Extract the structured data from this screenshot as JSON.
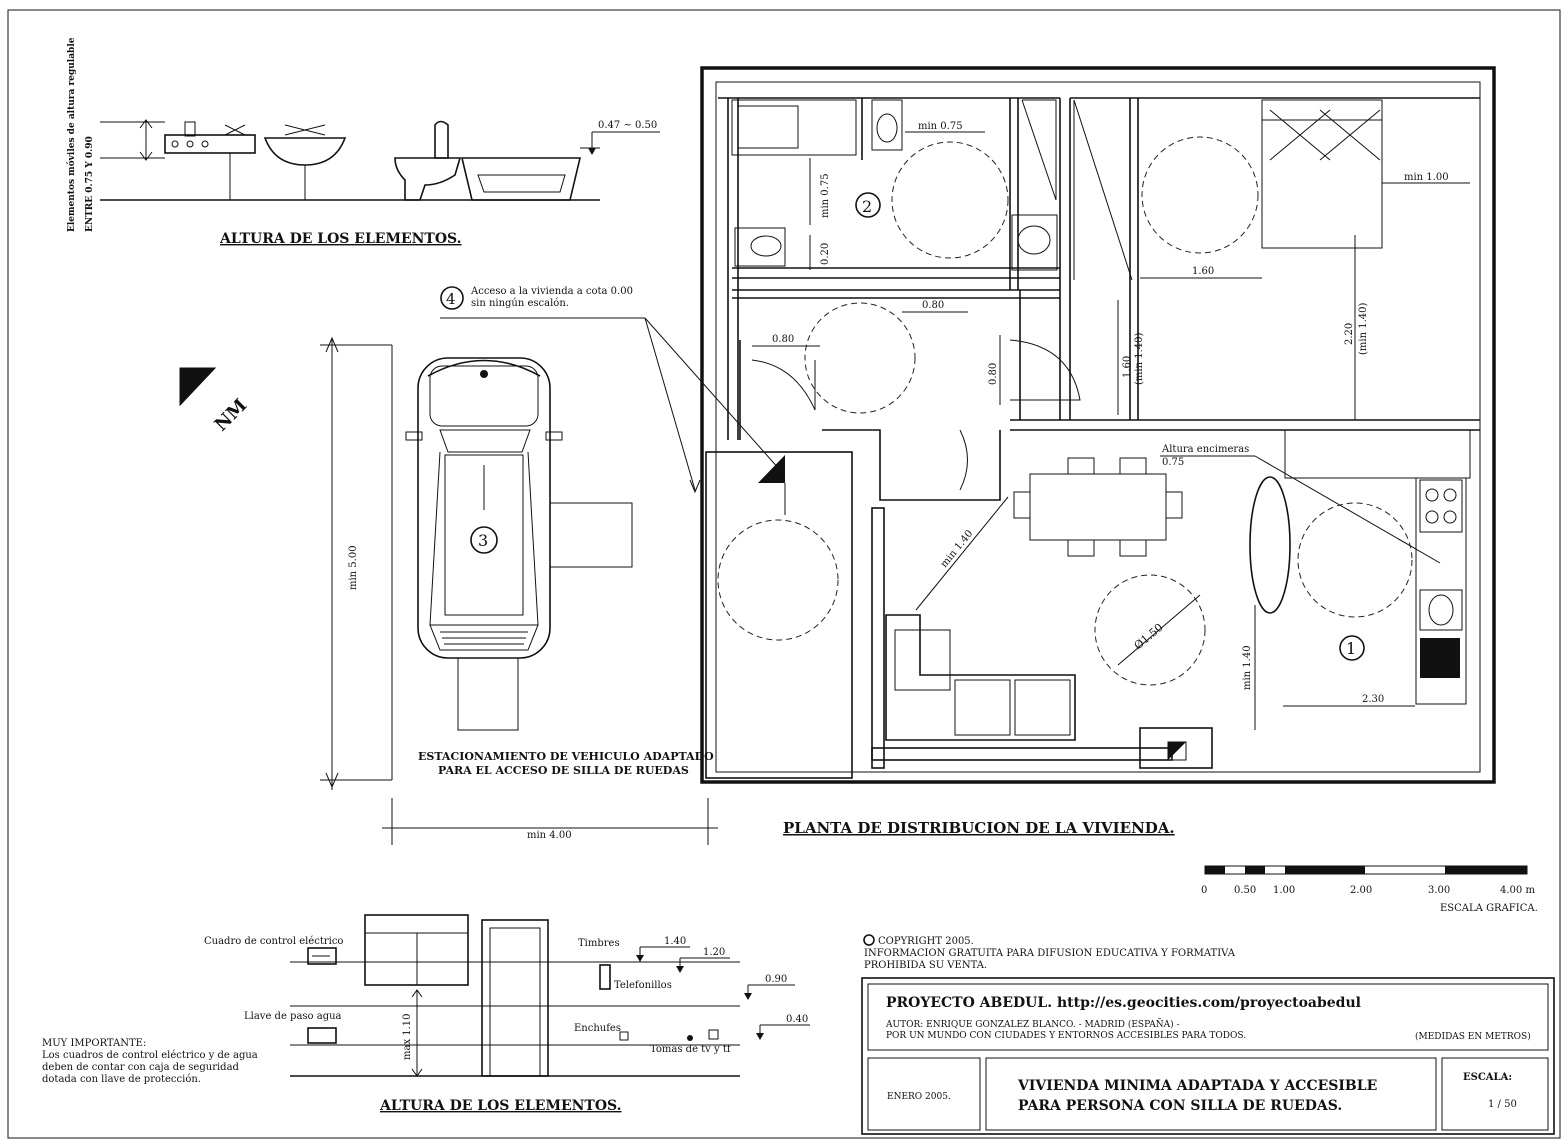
{
  "elements_heights_top": {
    "vertical_note_line1": "Elementos móviles de altura regulable",
    "vertical_note_line2": "ENTRE 0.75 Y 0.90",
    "bath_height": "0.47 ~ 0.50",
    "title": "ALTURA DE LOS ELEMENTOS."
  },
  "north": {
    "label": "NM"
  },
  "access_note": {
    "number": "4",
    "line1": "Acceso a la vivienda a cota 0.00",
    "line2": "sin ningún escalón."
  },
  "parking": {
    "number": "3",
    "dim_length": "min 5.00",
    "dim_width": "min 4.00",
    "caption_line1": "ESTACIONAMIENTO DE VEHICULO ADAPTADO",
    "caption_line2": "PARA EL ACCESO DE SILLA DE RUEDAS"
  },
  "floor_plan": {
    "title": "PLANTA DE DISTRIBUCION DE LA VIVIENDA.",
    "room1": "1",
    "room2": "2",
    "dims": {
      "d_min075_h": "min 0.75",
      "d_min075_v": "min 0.75",
      "d_020": "0.20",
      "d_080_a": "0.80",
      "d_080_b": "0.80",
      "d_080_door": "0.80",
      "d_160_h": "1.60",
      "d_160_v": "1.60",
      "d_160_v_min": "(min 1.40)",
      "d_220": "2.20",
      "d_220_min": "(min 1.40)",
      "d_min100": "min 1.00",
      "d_min140_diag": "min 1.40",
      "d_diam150": "Ø1.50",
      "d_min140_v": "min 1.40",
      "d_230": "2.30"
    },
    "counter_note_line1": "Altura encimeras",
    "counter_note_line2": "0.75"
  },
  "scale_bar": {
    "ticks": [
      "0",
      "0.50",
      "1.00",
      "2.00",
      "3.00",
      "4.00 m"
    ],
    "caption": "ESCALA GRAFICA."
  },
  "elements_heights_bottom": {
    "panel": "Cuadro de control eléctrico",
    "water_valve": "Llave de paso agua",
    "bells": "Timbres",
    "intercom": "Telefonillos",
    "sockets": "Enchufes",
    "tv": "Tomas de tv y tf",
    "h140": "1.40",
    "h120": "1.20",
    "h090": "0.90",
    "h040": "0.40",
    "max110": "max 1.10",
    "title": "ALTURA DE LOS ELEMENTOS."
  },
  "important_note": {
    "heading": "MUY IMPORTANTE:",
    "line1": "Los cuadros de control eléctrico y de agua",
    "line2": "deben de contar con caja de seguridad",
    "line3": "dotada con llave de protección."
  },
  "copyright": {
    "line1": "COPYRIGHT 2005.",
    "line2": "INFORMACION GRATUITA PARA DIFUSION EDUCATIVA Y FORMATIVA",
    "line3": "PROHIBIDA SU VENTA."
  },
  "title_block": {
    "project": "PROYECTO ABEDUL.  http://es.geocities.com/proyectoabedul",
    "author": "AUTOR: ENRIQUE GONZALEZ BLANCO.  - MADRID (ESPAÑA) -",
    "motto": "POR UN MUNDO CON CIUDADES Y ENTORNOS ACCESIBLES PARA TODOS.",
    "units": "(MEDIDAS EN METROS)",
    "date": "ENERO  2005.",
    "title_line1": "VIVIENDA MINIMA ADAPTADA Y ACCESIBLE",
    "title_line2": "PARA PERSONA CON SILLA DE RUEDAS.",
    "scale_label": "ESCALA:",
    "scale_value": "1 / 50"
  }
}
